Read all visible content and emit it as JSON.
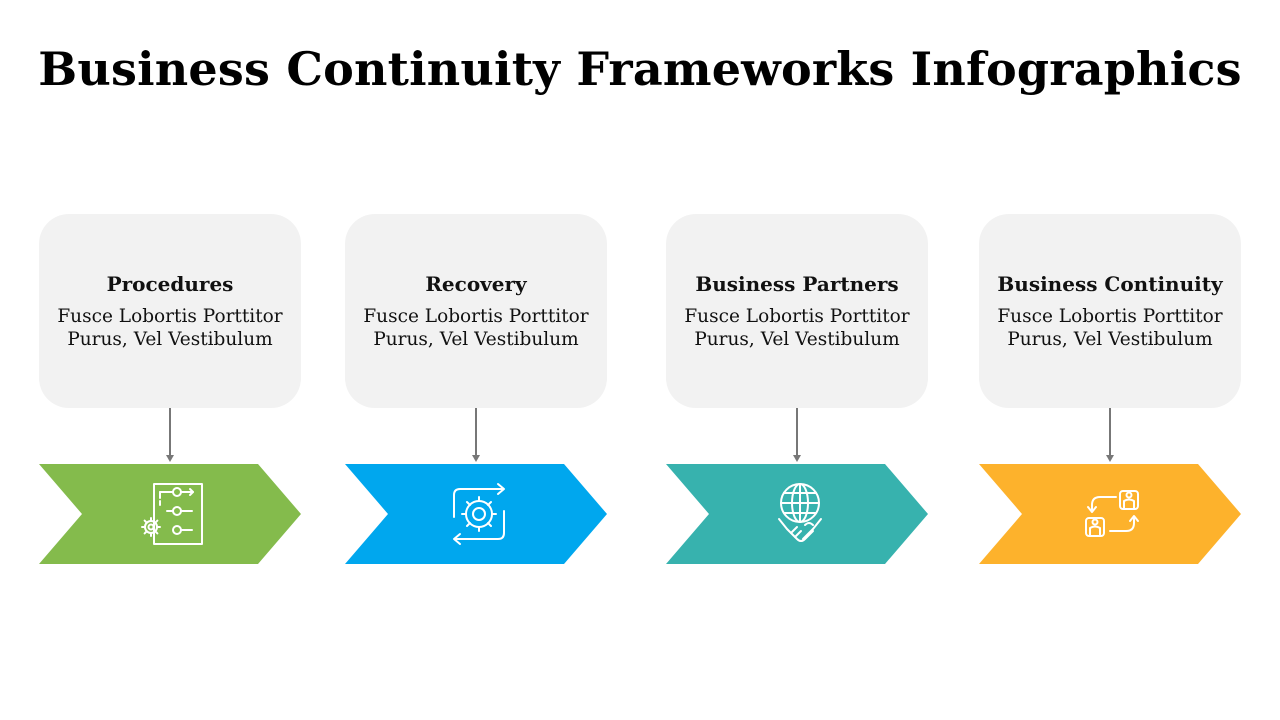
{
  "title": "Business Continuity Frameworks Infographics",
  "steps": [
    {
      "title": "Procedures",
      "text": "Fusce Lobortis Porttitor\nPurus, Vel Vestibulum",
      "color": "#84bb4c",
      "icon": "flowchart-gear-icon"
    },
    {
      "title": "Recovery",
      "text": "Fusce Lobortis Porttitor\nPurus, Vel Vestibulum",
      "color": "#00a7ee",
      "icon": "gear-cycle-icon"
    },
    {
      "title": "Business  Partners",
      "text": "Fusce Lobortis Porttitor\nPurus, Vel Vestibulum",
      "color": "#37b2ae",
      "icon": "globe-handshake-icon"
    },
    {
      "title": "Business  Continuity",
      "text": "Fusce Lobortis Porttitor\nPurus, Vel Vestibulum",
      "color": "#fdb22c",
      "icon": "people-exchange-icon"
    }
  ]
}
